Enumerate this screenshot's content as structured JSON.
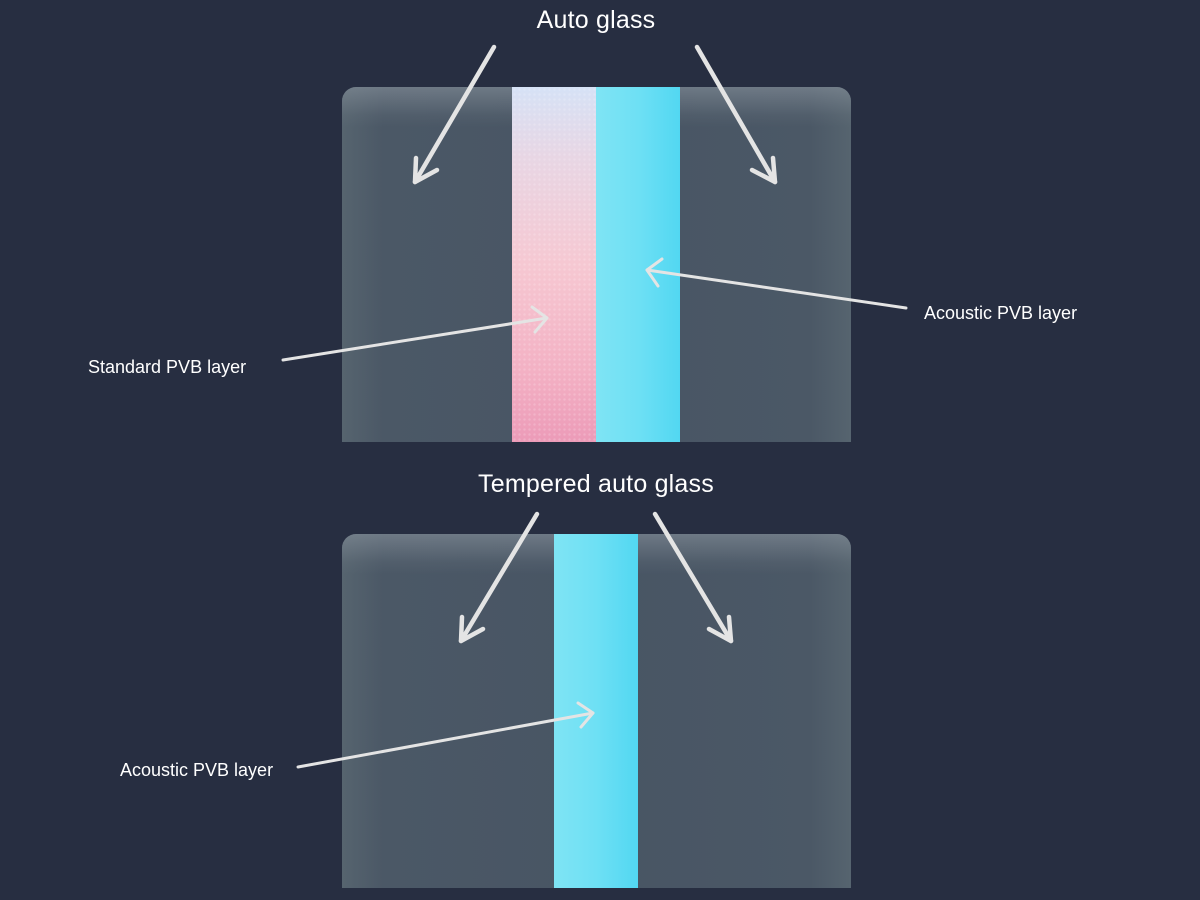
{
  "top_diagram": {
    "title": "Auto glass",
    "labels": {
      "acoustic_layer": "Acoustic PVB layer",
      "standard_layer": "Standard PVB layer"
    }
  },
  "bottom_diagram": {
    "title": "Tempered auto glass",
    "labels": {
      "acoustic_layer": "Acoustic PVB layer"
    }
  },
  "colors": {
    "background": "#272e41",
    "glass": "#485564",
    "acoustic_layer": "#6ee0f4",
    "standard_layer": "#f6c8d2",
    "text": "#ffffff",
    "arrow": "#e4e4e4"
  }
}
